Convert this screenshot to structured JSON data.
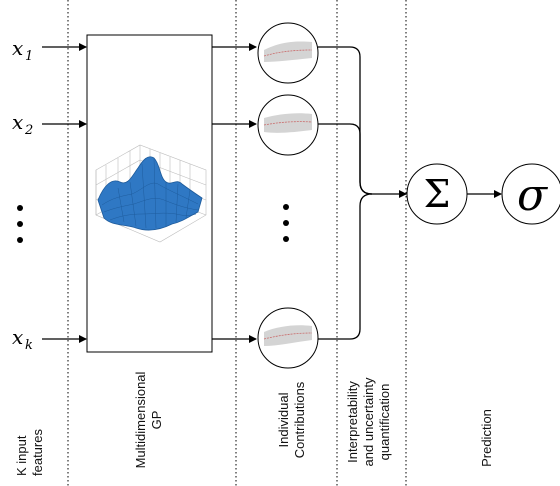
{
  "inputs": [
    {
      "symbol": "x",
      "subscript": "1"
    },
    {
      "symbol": "x",
      "subscript": "2"
    },
    {
      "symbol": "x",
      "subscript": "k"
    }
  ],
  "labels": {
    "input_features": [
      "K input",
      "features"
    ],
    "gp": [
      "Multidimensional",
      "GP"
    ],
    "contributions": [
      "Individual",
      "Contributions"
    ],
    "interpretability": [
      "Interpretability",
      "and uncertainty",
      "quantification"
    ],
    "prediction": [
      "Prediction"
    ]
  },
  "operators": {
    "sum": "Σ",
    "activation": "σ"
  },
  "colors": {
    "surface": "#2f78c4",
    "surface_dark": "#1d5a9a",
    "line": "#000000",
    "curve_band": "#d4d4d4",
    "curve_mean": "#c96a6a"
  }
}
